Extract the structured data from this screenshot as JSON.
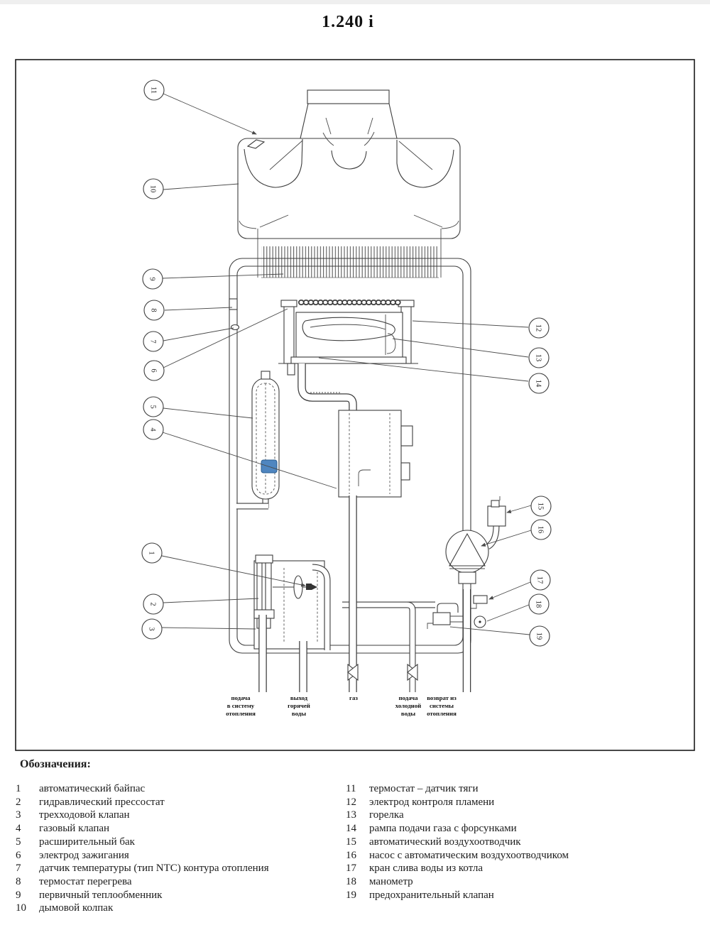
{
  "page_title": "1.240 i",
  "legend": {
    "heading": "Обозначения:",
    "left": [
      {
        "num": "1",
        "text": "автоматический байпас"
      },
      {
        "num": "2",
        "text": "гидравлический прессостат"
      },
      {
        "num": "3",
        "text": "трехходовой клапан"
      },
      {
        "num": "4",
        "text": "газовый клапан"
      },
      {
        "num": "5",
        "text": "расширительный бак"
      },
      {
        "num": "6",
        "text": "электрод зажигания"
      },
      {
        "num": "7",
        "text": "датчик температуры (тип NTC) контура отопления"
      },
      {
        "num": "8",
        "text": "термостат перегрева"
      },
      {
        "num": "9",
        "text": "первичный теплообменник"
      },
      {
        "num": "10",
        "text": "дымовой колпак"
      }
    ],
    "right": [
      {
        "num": "11",
        "text": "термостат – датчик тяги"
      },
      {
        "num": "12",
        "text": "электрод контроля пламени"
      },
      {
        "num": "13",
        "text": "горелка"
      },
      {
        "num": "14",
        "text": "рампа подачи газа с форсунками"
      },
      {
        "num": "15",
        "text": "автоматический воздухоотводчик"
      },
      {
        "num": "16",
        "text": "насос с автоматическим воздухоотводчиком"
      },
      {
        "num": "17",
        "text": "кран слива воды из котла"
      },
      {
        "num": "18",
        "text": "манометр"
      },
      {
        "num": "19",
        "text": "предохранительный клапан"
      }
    ]
  },
  "callouts": [
    "1",
    "2",
    "3",
    "4",
    "5",
    "6",
    "7",
    "8",
    "9",
    "10",
    "11",
    "12",
    "13",
    "14",
    "15",
    "16",
    "17",
    "18",
    "19"
  ],
  "pipe_labels": [
    {
      "lines": [
        "подача",
        "в систему",
        "отопления"
      ]
    },
    {
      "lines": [
        "выход",
        "горячей",
        "воды"
      ]
    },
    {
      "lines": [
        "газ"
      ]
    },
    {
      "lines": [
        "подача",
        "холодной",
        "воды"
      ]
    },
    {
      "lines": [
        "возврат из",
        "системы",
        "отопления"
      ]
    }
  ],
  "colors": {
    "line": "#3d3d3d",
    "callout": "#4a4a4a",
    "highlight_blue": "#4f86c0",
    "text": "#1c1c1c"
  }
}
